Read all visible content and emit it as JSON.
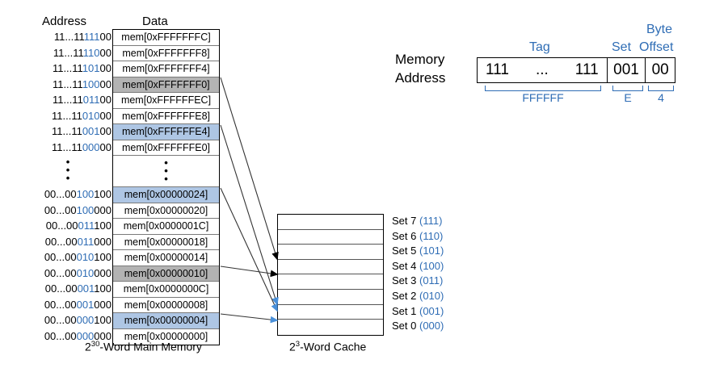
{
  "columns": {
    "address_header": "Address",
    "data_header": "Data"
  },
  "memory": {
    "caption_base": "2",
    "caption_exp": "30",
    "caption_rest": "-Word Main Memory",
    "ellipsis": "•",
    "upper_rows": [
      {
        "addr_prefix": "11...11",
        "addr_set": "111",
        "addr_offset": "00",
        "data": "mem[0xFFFFFFFC]",
        "fill": "none"
      },
      {
        "addr_prefix": "11...11",
        "addr_set": "110",
        "addr_offset": "00",
        "data": "mem[0xFFFFFFF8]",
        "fill": "none"
      },
      {
        "addr_prefix": "11...11",
        "addr_set": "101",
        "addr_offset": "00",
        "data": "mem[0xFFFFFFF4]",
        "fill": "none"
      },
      {
        "addr_prefix": "11...11",
        "addr_set": "100",
        "addr_offset": "00",
        "data": "mem[0xFFFFFFF0]",
        "fill": "gray"
      },
      {
        "addr_prefix": "11...11",
        "addr_set": "011",
        "addr_offset": "00",
        "data": "mem[0xFFFFFFEC]",
        "fill": "none"
      },
      {
        "addr_prefix": "11...11",
        "addr_set": "010",
        "addr_offset": "00",
        "data": "mem[0xFFFFFFE8]",
        "fill": "none"
      },
      {
        "addr_prefix": "11...11",
        "addr_set": "001",
        "addr_offset": "00",
        "data": "mem[0xFFFFFFE4]",
        "fill": "blue"
      },
      {
        "addr_prefix": "11...11",
        "addr_set": "000",
        "addr_offset": "00",
        "data": "mem[0xFFFFFFE0]",
        "fill": "none"
      }
    ],
    "lower_rows": [
      {
        "addr_prefix": "00...00",
        "addr_set": "100",
        "addr_offset": "100",
        "data": "mem[0x00000024]",
        "fill": "blue"
      },
      {
        "addr_prefix": "00...00",
        "addr_set": "100",
        "addr_offset": "000",
        "data": "mem[0x00000020]",
        "fill": "none"
      },
      {
        "addr_prefix": "00...00",
        "addr_set": "011",
        "addr_offset": "100",
        "data": "mem[0x0000001C]",
        "fill": "none"
      },
      {
        "addr_prefix": "00...00",
        "addr_set": "011",
        "addr_offset": "000",
        "data": "mem[0x00000018]",
        "fill": "none"
      },
      {
        "addr_prefix": "00...00",
        "addr_set": "010",
        "addr_offset": "100",
        "data": "mem[0x00000014]",
        "fill": "none"
      },
      {
        "addr_prefix": "00...00",
        "addr_set": "010",
        "addr_offset": "000",
        "data": "mem[0x00000010]",
        "fill": "gray"
      },
      {
        "addr_prefix": "00...00",
        "addr_set": "001",
        "addr_offset": "100",
        "data": "mem[0x0000000C]",
        "fill": "none"
      },
      {
        "addr_prefix": "00...00",
        "addr_set": "001",
        "addr_offset": "000",
        "data": "mem[0x00000008]",
        "fill": "none"
      },
      {
        "addr_prefix": "00...00",
        "addr_set": "000",
        "addr_offset": "100",
        "data": "mem[0x00000004]",
        "fill": "blue"
      },
      {
        "addr_prefix": "00...00",
        "addr_set": "000",
        "addr_offset": "000",
        "data": "mem[0x00000000]",
        "fill": "none"
      }
    ]
  },
  "cache": {
    "caption_base": "2",
    "caption_exp": "3",
    "caption_rest": "-Word Cache",
    "sets": [
      {
        "label": "Set 7",
        "binary": "(111)",
        "fill": "none"
      },
      {
        "label": "Set 6",
        "binary": "(110)",
        "fill": "none"
      },
      {
        "label": "Set 5",
        "binary": "(101)",
        "fill": "none"
      },
      {
        "label": "Set 4",
        "binary": "(100)",
        "fill": "gray"
      },
      {
        "label": "Set 3",
        "binary": "(011)",
        "fill": "none"
      },
      {
        "label": "Set 2",
        "binary": "(010)",
        "fill": "none"
      },
      {
        "label": "Set 1",
        "binary": "(001)",
        "fill": "blue"
      },
      {
        "label": "Set 0",
        "binary": "(000)",
        "fill": "none"
      }
    ]
  },
  "address_breakdown": {
    "label_line1": "Memory",
    "label_line2": "Address",
    "field_tag": "Tag",
    "field_set": "Set",
    "field_byte": "Byte",
    "field_offset": "Offset",
    "tag_left": "111",
    "tag_mid": "...",
    "tag_right": "111",
    "set_bits": "001",
    "offset_bits": "00",
    "hex_tag": "FFFFFF",
    "hex_set": "E",
    "hex_offset": "4"
  },
  "colors": {
    "blue_fill": "#aec6e4",
    "gray_fill": "#b3b3b3",
    "accent_blue": "#2f6db5"
  }
}
